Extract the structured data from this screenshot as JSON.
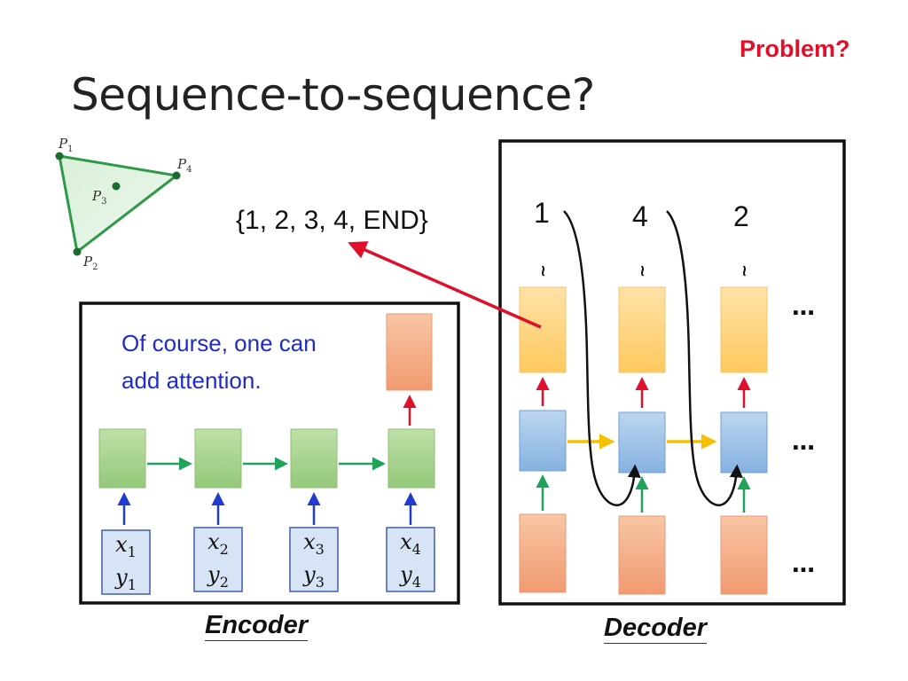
{
  "slide": {
    "title": "Sequence-to-sequence?",
    "problem_label": "Problem?",
    "output_sequence": "{1, 2, 3, 4, END}"
  },
  "polygon": {
    "points": [
      {
        "name": "P",
        "sub": "1"
      },
      {
        "name": "P",
        "sub": "4"
      },
      {
        "name": "P",
        "sub": "3"
      },
      {
        "name": "P",
        "sub": "2"
      }
    ]
  },
  "encoder": {
    "note_line1": "Of course, one can",
    "note_line2": "add attention.",
    "label": "Encoder",
    "inputs": [
      {
        "x": "x",
        "xs": "1",
        "y": "y",
        "ys": "1"
      },
      {
        "x": "x",
        "xs": "2",
        "y": "y",
        "ys": "2"
      },
      {
        "x": "x",
        "xs": "3",
        "y": "y",
        "ys": "3"
      },
      {
        "x": "x",
        "xs": "4",
        "y": "y",
        "ys": "4"
      }
    ]
  },
  "decoder": {
    "label": "Decoder",
    "outputs": [
      "1",
      "4",
      "2"
    ],
    "tilde": "~",
    "ellipsis": "…"
  },
  "colors": {
    "green_cell": "#a9d18e",
    "blue_cell": "#9dc3e6",
    "orange_cell": "#ffd27f",
    "salmon_cell": "#f4b183",
    "red_arrow": "#e0102a",
    "blue_arrow": "#1f3ccf",
    "green_arrow": "#1fa35a",
    "yellow_arrow": "#f5c000",
    "note_text": "#1f2cc9"
  }
}
